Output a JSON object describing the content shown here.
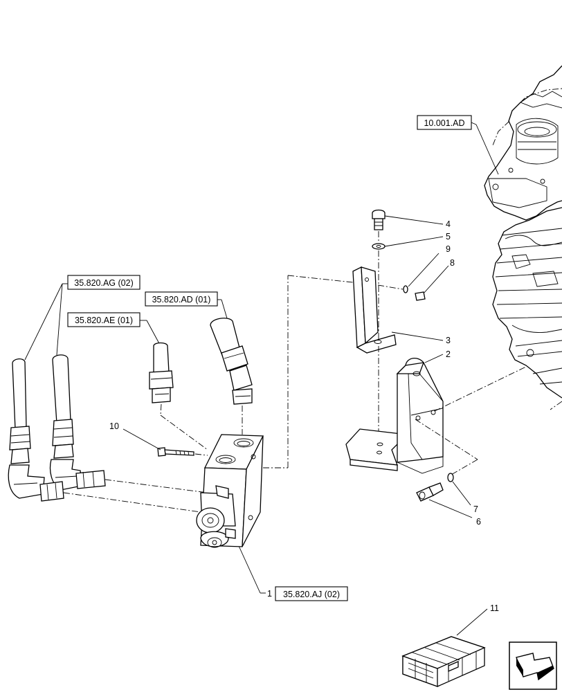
{
  "references": {
    "engine": "10.001.AD",
    "hose_ag": "35.820.AG (02)",
    "hose_ad": "35.820.AD (01)",
    "hose_ae": "35.820.AE (01)",
    "valve": "35.820.AJ (02)"
  },
  "callouts": {
    "c1": "1",
    "c2": "2",
    "c3": "3",
    "c4": "4",
    "c5": "5",
    "c6": "6",
    "c7": "7",
    "c8": "8",
    "c9": "9",
    "c10": "10",
    "c11": "11"
  }
}
